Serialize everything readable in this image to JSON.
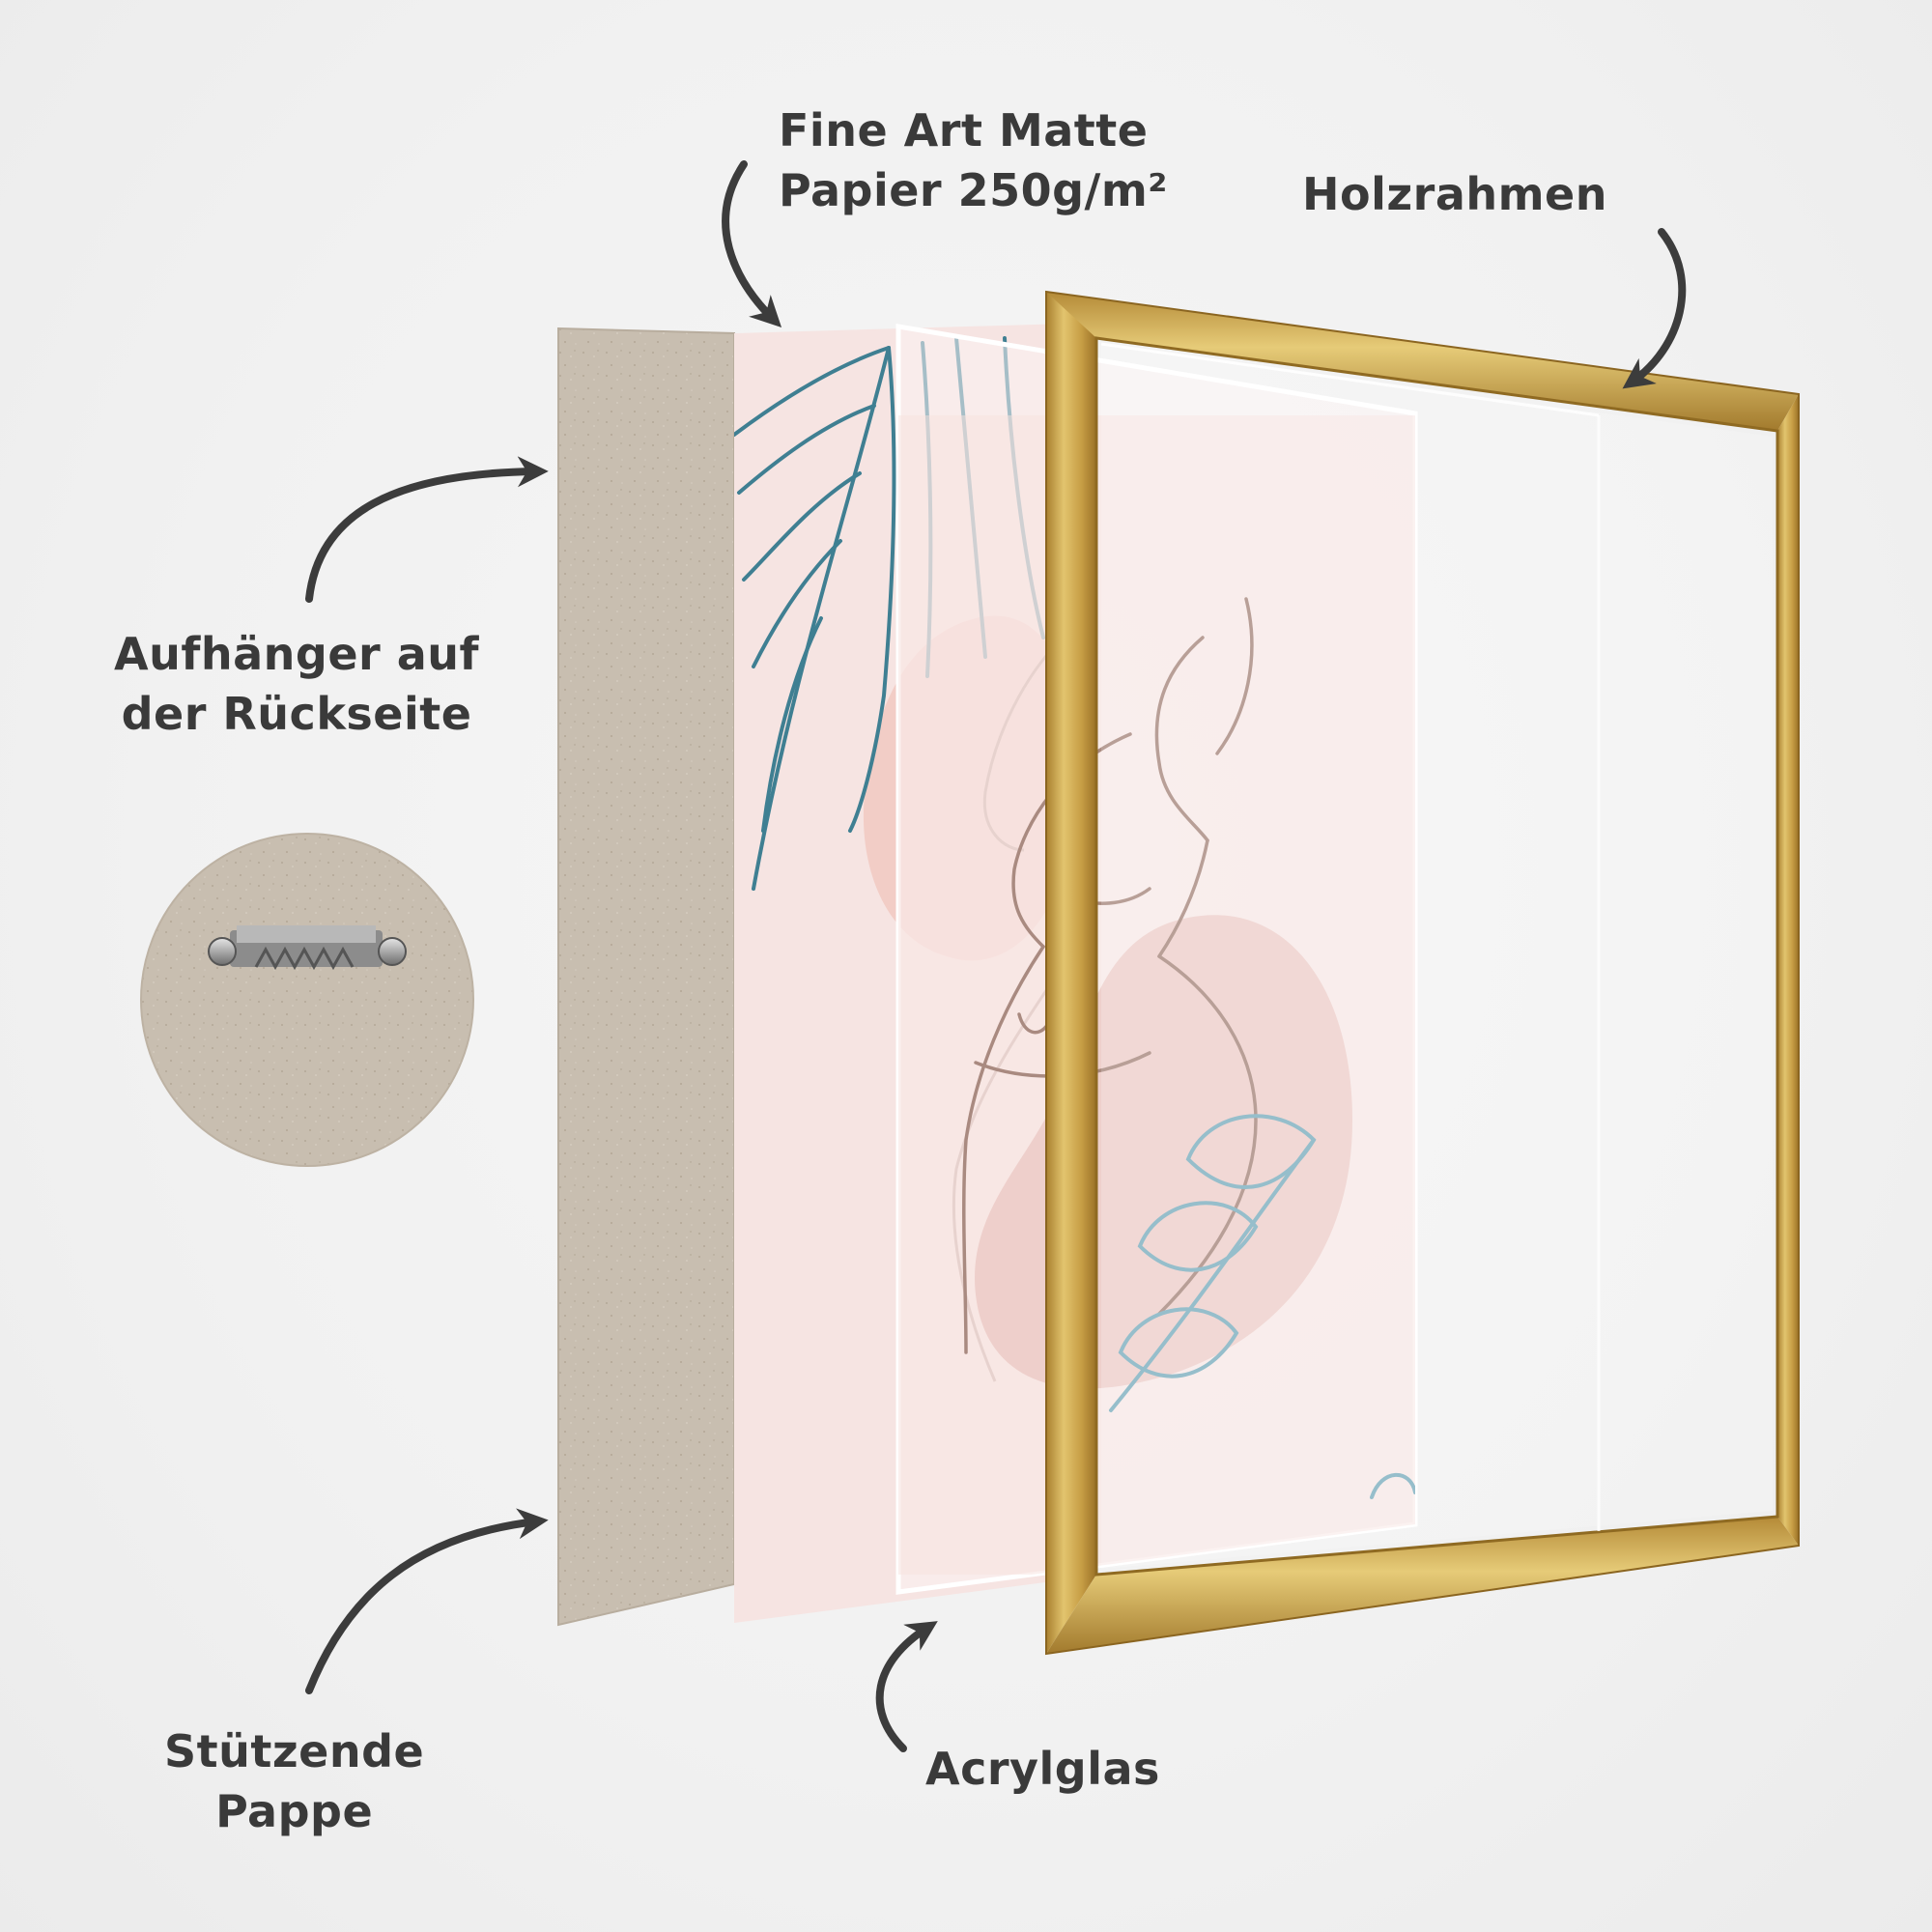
{
  "labels": {
    "paper": {
      "line1": "Fine Art Matte",
      "line2": "Papier 250g/m²"
    },
    "frame": {
      "line1": "Holzrahmen"
    },
    "hanger": {
      "line1": "Aufhänger auf",
      "line2": "der Rückseite"
    },
    "backing": {
      "line1": "Stützende",
      "line2": "Pappe"
    },
    "glass": {
      "line1": "Acrylglas"
    }
  },
  "colors": {
    "background": "#f2f2f2",
    "text": "#3a3a3a",
    "arrow": "#3c3c3c",
    "cardboard": "#c9bfb1",
    "paper": "#f6e4e2",
    "blob": "#efcfc9",
    "frame_gold": "#c9a24a",
    "leaf_teal": "#3f7f92",
    "figure_line": "#a98a80"
  },
  "icons": {
    "hanger": "sawtooth-hanger-icon"
  }
}
